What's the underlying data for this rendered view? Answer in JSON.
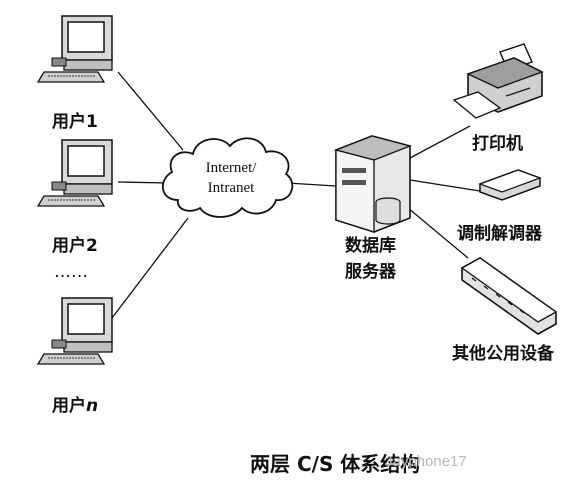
{
  "clients": [
    {
      "label": "用户1"
    },
    {
      "label": "用户2"
    },
    {
      "label_prefix": "用户",
      "label_italic": "n"
    }
  ],
  "ellipsis": "……",
  "network": {
    "line1": "Internet/",
    "line2": "Intranet"
  },
  "server": {
    "line1": "数据库",
    "line2": "服务器"
  },
  "devices": {
    "printer": "打印机",
    "modem": "调制解调器",
    "other": "其他公用设备"
  },
  "caption": "两层 C/S 体系结构",
  "watermark": "Jayphone17"
}
